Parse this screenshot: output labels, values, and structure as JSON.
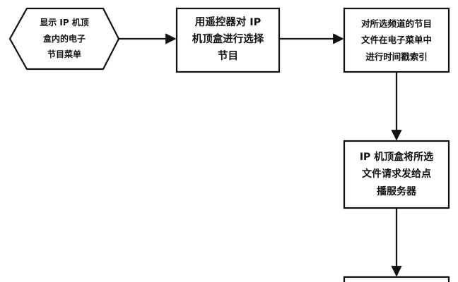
{
  "diagram": {
    "nodes": [
      {
        "id": "n1",
        "shape": "hexagon",
        "lines": [
          "显示 IP 机顶",
          "盒内的电子",
          "节目菜单"
        ]
      },
      {
        "id": "n2",
        "shape": "rectangle",
        "lines": [
          "用遥控器对 IP",
          "机顶盒进行选择",
          "节目"
        ]
      },
      {
        "id": "n3",
        "shape": "rectangle",
        "lines": [
          "对所选频道的节目",
          "文件在电子菜单中",
          "进行时间戳索引"
        ]
      },
      {
        "id": "n4",
        "shape": "rectangle",
        "lines": [
          "IP 机顶盒将所选",
          "文件请求发给点",
          "播服务器"
        ]
      },
      {
        "id": "n5",
        "shape": "rectangle",
        "lines": []
      }
    ],
    "edges": [
      {
        "from": "n1",
        "to": "n2"
      },
      {
        "from": "n2",
        "to": "n3"
      },
      {
        "from": "n3",
        "to": "n4"
      },
      {
        "from": "n4",
        "to": "n5"
      }
    ],
    "colors": {
      "stroke": "#111111",
      "fill": "#ffffff",
      "text": "#111111"
    }
  }
}
